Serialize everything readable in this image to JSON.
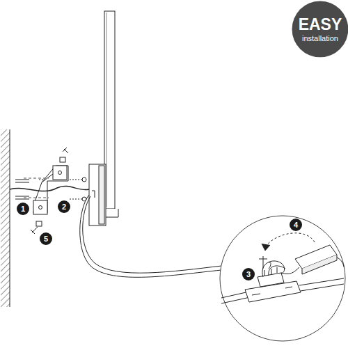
{
  "diagram": {
    "nodes": [
      {
        "text": [
          "EASY",
          "installation"
        ]
      }
    ],
    "labels": [
      "1",
      "2",
      "5",
      "4",
      "3"
    ]
  }
}
